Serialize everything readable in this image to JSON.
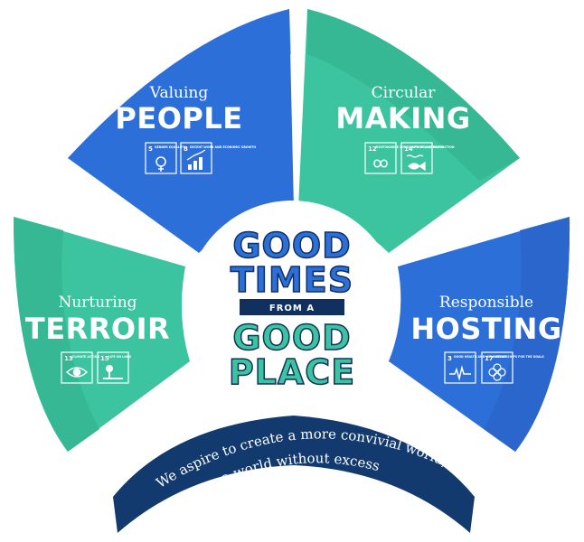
{
  "segments": {
    "people": {
      "kicker": "Valuing",
      "title": "PEOPLE",
      "color": "#2d6fd8",
      "goals": [
        {
          "num": "5",
          "label": "GENDER EQUALITY"
        },
        {
          "num": "8",
          "label": "DECENT WORK AND ECONOMIC GROWTH"
        }
      ]
    },
    "making": {
      "kicker": "Circular",
      "title": "MAKING",
      "color": "#3cc4a0",
      "goals": [
        {
          "num": "12",
          "label": "RESPONSIBLE CONSUMPTION AND PRODUCTION"
        },
        {
          "num": "14",
          "label": "LIFE BELOW WATER"
        }
      ]
    },
    "terroir": {
      "kicker": "Nurturing",
      "title": "TERROIR",
      "color": "#3cc4a0",
      "goals": [
        {
          "num": "13",
          "label": "CLIMATE ACTION"
        },
        {
          "num": "15",
          "label": "LIFE ON LAND"
        }
      ]
    },
    "hosting": {
      "kicker": "Responsible",
      "title": "HOSTING",
      "color": "#2d6fd8",
      "goals": [
        {
          "num": "3",
          "label": "GOOD HEALTH AND WELL-BEING"
        },
        {
          "num": "17",
          "label": "PARTNERSHIPS FOR THE GOALS"
        }
      ]
    }
  },
  "center": {
    "line1": "GOOD",
    "line2": "TIMES",
    "band": "FROM A",
    "line3": "GOOD",
    "line4": "PLACE",
    "blue": "#2d6fd8",
    "green": "#3cc4a0",
    "navy": "#10305f"
  },
  "footer": {
    "line1": "We aspire to create a more convivial world,",
    "line2": "a world without excess",
    "color": "#123a6e"
  }
}
